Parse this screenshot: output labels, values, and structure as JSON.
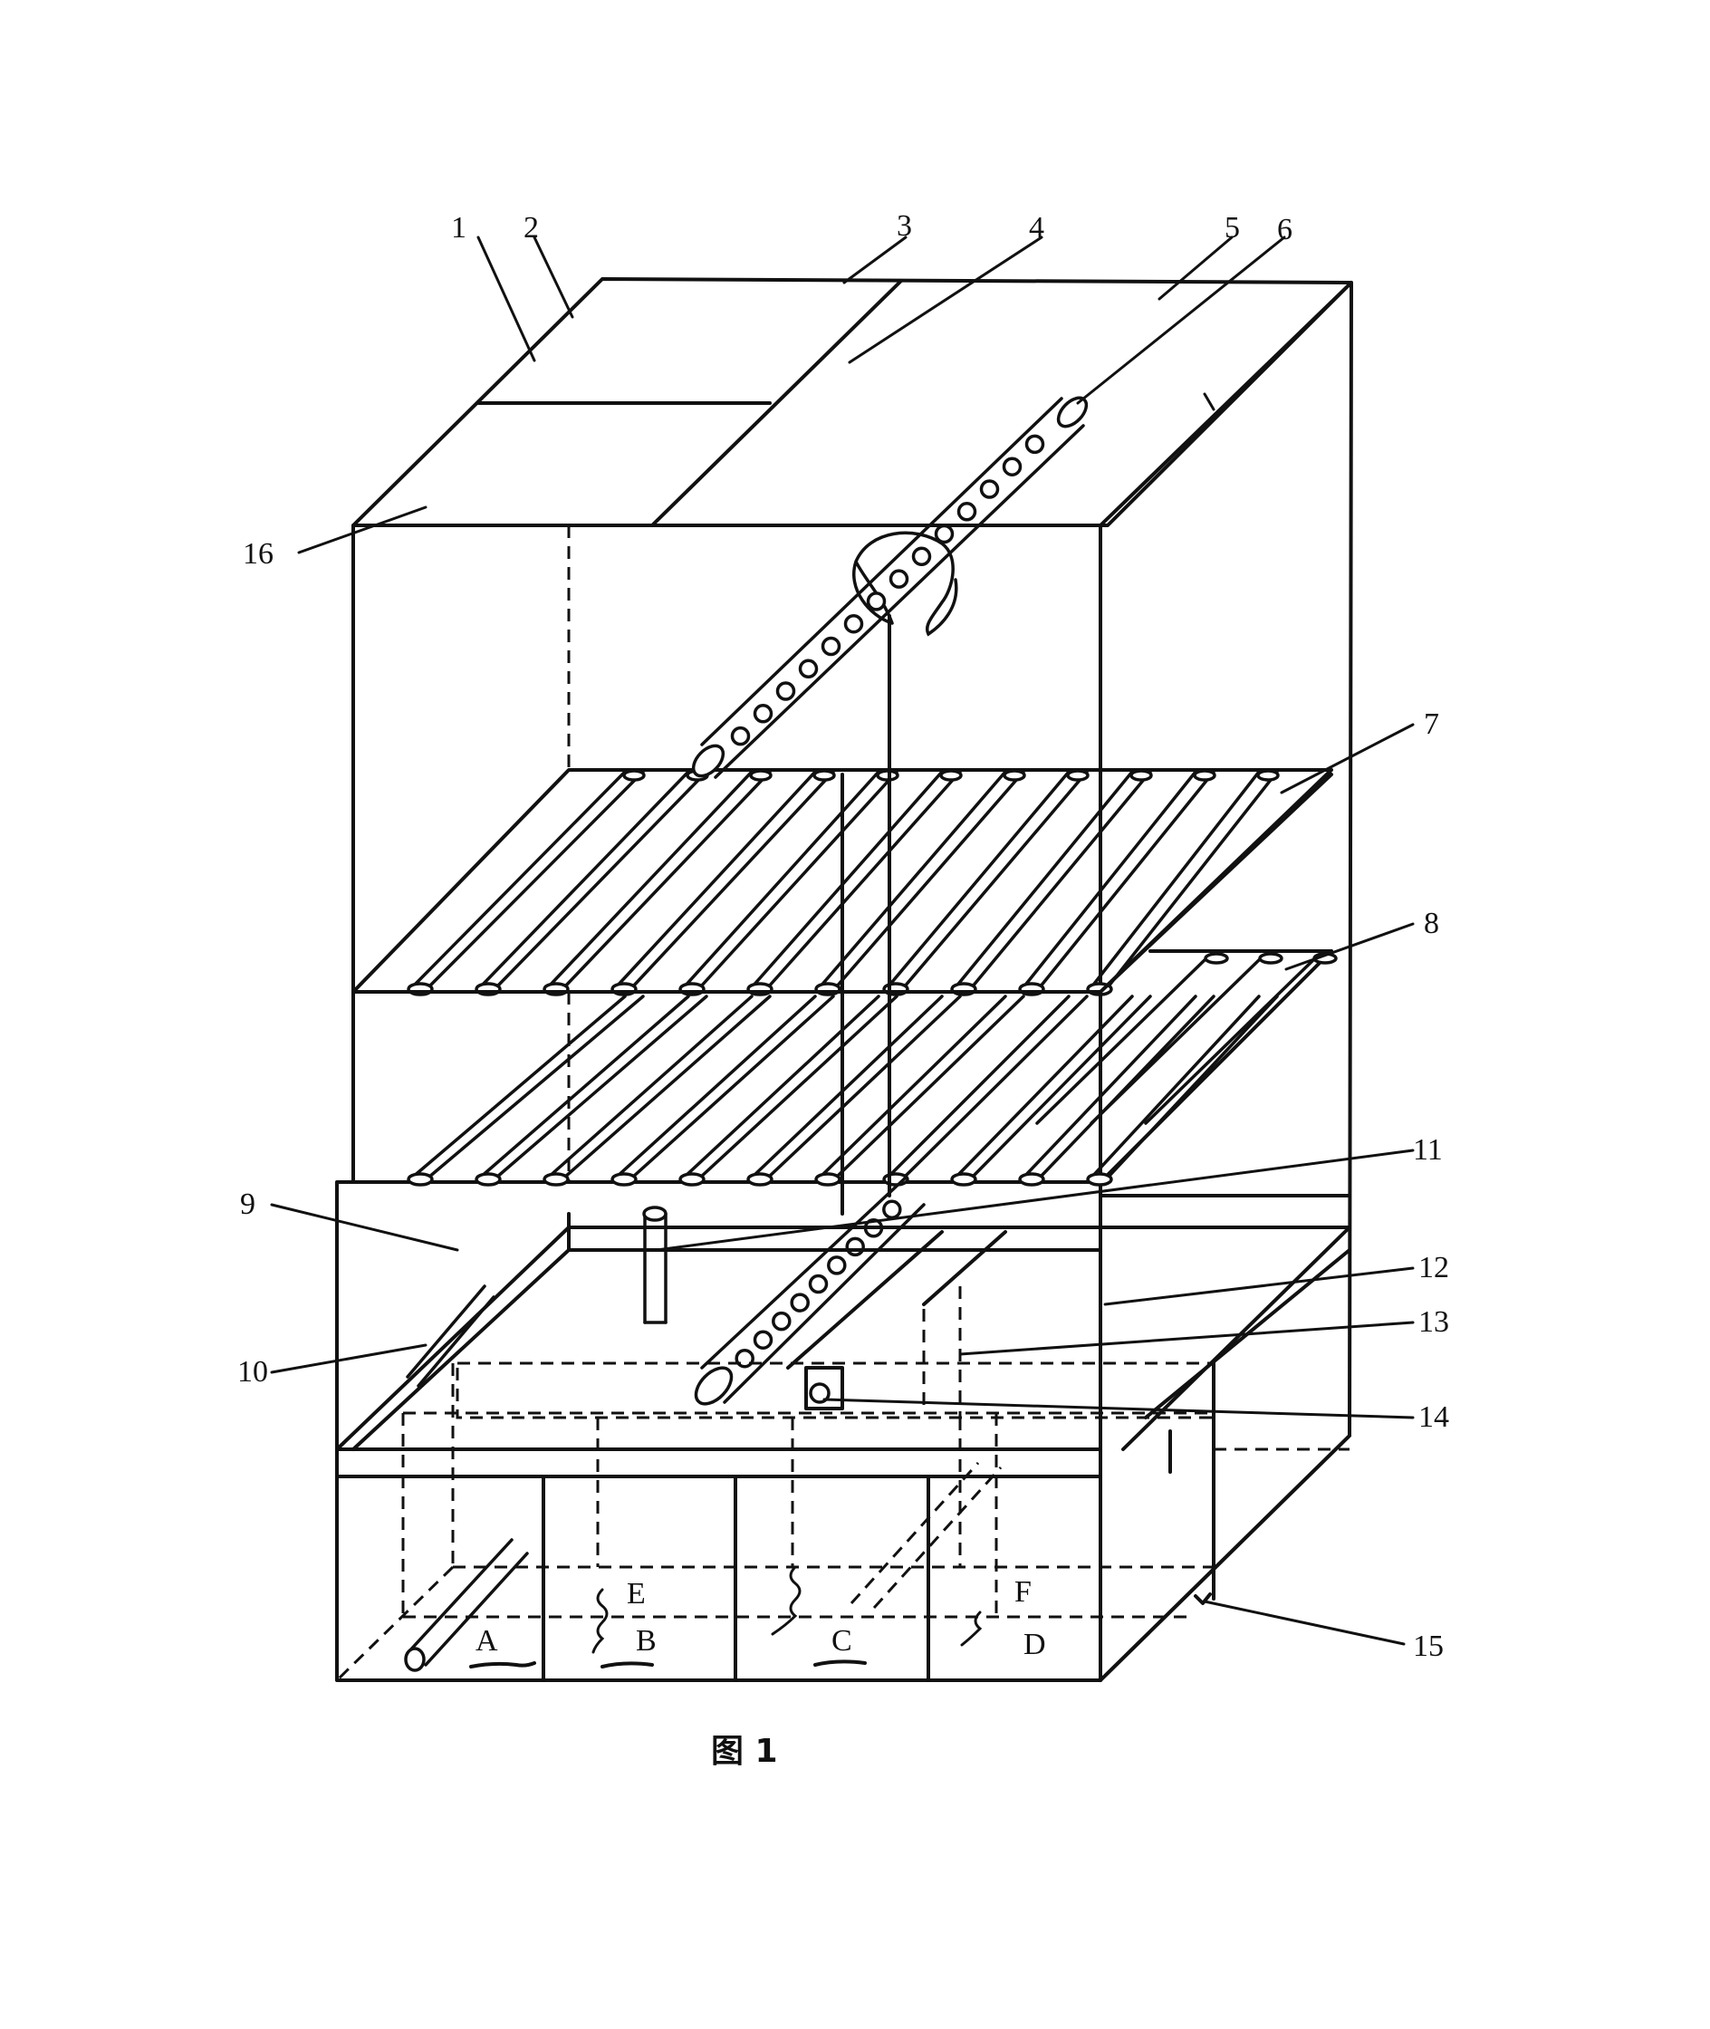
{
  "caption": "图 1",
  "labels": {
    "l1": "1",
    "l2": "2",
    "l3": "3",
    "l4": "4",
    "l5": "5",
    "l6": "6",
    "l7": "7",
    "l8": "8",
    "l9": "9",
    "l10": "10",
    "l11": "11",
    "l12": "12",
    "l13": "13",
    "l14": "14",
    "l15": "15",
    "l16": "16"
  },
  "compartments": {
    "A": "A",
    "B": "B",
    "C": "C",
    "D": "D",
    "E": "E",
    "F": "F"
  }
}
